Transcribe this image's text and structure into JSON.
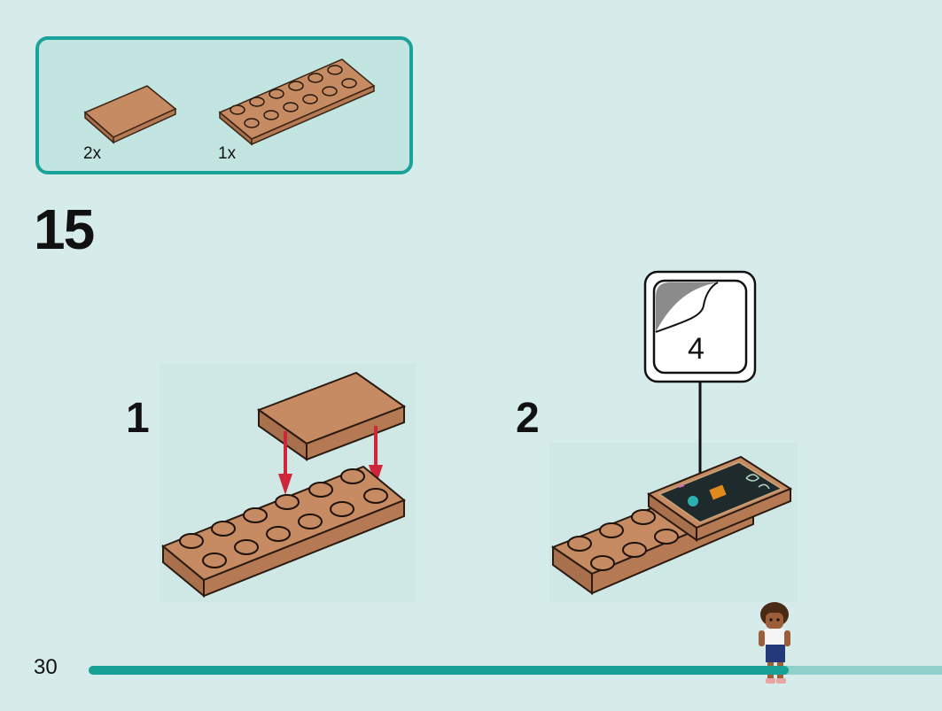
{
  "parts": {
    "items": [
      {
        "name": "tile-2x3",
        "quantity": "2x"
      },
      {
        "name": "plate-2x6",
        "quantity": "1x"
      }
    ]
  },
  "step": {
    "number": "15"
  },
  "substeps": [
    {
      "label": "1"
    },
    {
      "label": "2"
    }
  ],
  "sticker": {
    "number": "4"
  },
  "footer": {
    "page_number": "30",
    "progress": 0.82
  },
  "colors": {
    "accent": "#19a39a",
    "brick": "#c68b62",
    "arrow": "#d0263a"
  }
}
